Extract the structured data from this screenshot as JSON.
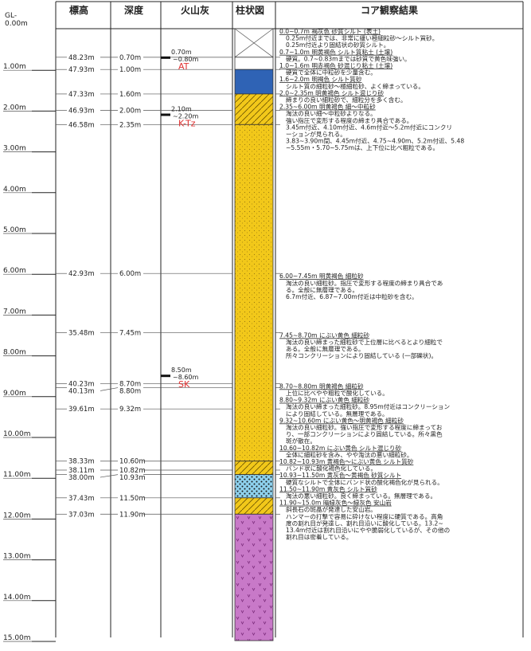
{
  "headers": {
    "gl_top": "GL-",
    "gl_bottom": "0.00m",
    "elevation": "標高",
    "depth": "深度",
    "ash": "火山灰",
    "column": "柱状図",
    "result": "コア観察結果"
  },
  "gl_ticks": [
    "0.00m",
    "1.00m",
    "2.00m",
    "3.00m",
    "4.00m",
    "5.00m",
    "6.00m",
    "7.00m",
    "8.00m",
    "9.00m",
    "10.00m",
    "11.00m",
    "12.00m",
    "13.00m",
    "14.00m",
    "15.00m"
  ],
  "boundaries": [
    {
      "depth_m": 0.7,
      "elevation": "48.23m",
      "depth": "0.70m"
    },
    {
      "depth_m": 1.0,
      "elevation": "47.93m",
      "depth": "1.00m"
    },
    {
      "depth_m": 1.6,
      "elevation": "47.33m",
      "depth": "1.60m"
    },
    {
      "depth_m": 2.0,
      "elevation": "46.93m",
      "depth": "2.00m"
    },
    {
      "depth_m": 2.35,
      "elevation": "46.58m",
      "depth": "2.35m"
    },
    {
      "depth_m": 6.0,
      "elevation": "42.93m",
      "depth": "6.00m"
    },
    {
      "depth_m": 7.45,
      "elevation": "35.48m",
      "depth": "7.45m"
    },
    {
      "depth_m": 8.7,
      "elevation": "40.23m",
      "depth": "8.70m"
    },
    {
      "depth_m": 8.8,
      "elevation": "40.13m",
      "depth": "8.80m"
    },
    {
      "depth_m": 9.32,
      "elevation": "39.61m",
      "depth": "9.32m"
    },
    {
      "depth_m": 10.6,
      "elevation": "38.33m",
      "depth": "10.60m"
    },
    {
      "depth_m": 10.82,
      "elevation": "38.11m",
      "depth": "10.82m"
    },
    {
      "depth_m": 10.93,
      "elevation": "38.00m",
      "depth": "10.93m"
    },
    {
      "depth_m": 11.5,
      "elevation": "37.43m",
      "depth": "11.50m"
    },
    {
      "depth_m": 11.9,
      "elevation": "37.03m",
      "depth": "11.90m"
    }
  ],
  "ash_layers": [
    {
      "top_m": 0.7,
      "bottom_m": 0.8,
      "top_label": "0.70m",
      "bottom_label": "~0.80m",
      "name": "AT"
    },
    {
      "top_m": 2.1,
      "bottom_m": 2.2,
      "top_label": "2.10m",
      "bottom_label": "~2.20m",
      "name": "K-Tz"
    },
    {
      "top_m": 8.5,
      "bottom_m": 8.6,
      "top_label": "8.50m",
      "bottom_label": "~8.60m",
      "name": "SK"
    }
  ],
  "column_layers": [
    {
      "top_m": 0.0,
      "bottom_m": 0.7,
      "pattern": "fill-soil",
      "color": "#ffffff"
    },
    {
      "top_m": 0.7,
      "bottom_m": 1.0,
      "pattern": "ash-white",
      "color": "#ffffff"
    },
    {
      "top_m": 1.0,
      "bottom_m": 1.6,
      "pattern": "clay",
      "color": "#2f63b5"
    },
    {
      "top_m": 1.6,
      "bottom_m": 2.35,
      "pattern": "silt-hatch",
      "color": "#f2c81a"
    },
    {
      "top_m": 2.35,
      "bottom_m": 10.6,
      "pattern": "sand-dots",
      "color": "#f2c81a"
    },
    {
      "top_m": 10.6,
      "bottom_m": 10.93,
      "pattern": "silt-hatch",
      "color": "#f2c81a"
    },
    {
      "top_m": 10.93,
      "bottom_m": 11.5,
      "pattern": "sand-silt",
      "color": "#8ed1ee"
    },
    {
      "top_m": 11.5,
      "bottom_m": 11.9,
      "pattern": "silt-hatch",
      "color": "#f2c81a"
    },
    {
      "top_m": 11.9,
      "bottom_m": 15.0,
      "pattern": "andesite",
      "color": "#c879c8"
    }
  ],
  "descriptions": [
    {
      "top_m": 0.0,
      "lines": [
        {
          "t": "0.0~0.7m  褐灰色  砂質シルト (表土)",
          "h": true
        },
        {
          "t": "0.25m付近までは、非常に緩い極細粒砂～シルト質砂。"
        },
        {
          "t": "0.25m付近より固結状の砂質シルト。"
        },
        {
          "t": "0.7~1.0m  明黄褐色  シルト質粘土 (土壌)",
          "h": true
        },
        {
          "t": "硬質。0.7~0.83mまでは砂質で黄色味強い。"
        },
        {
          "t": "1.0~1.6m  明赤褐色  砂混じり粘土 (土壌)",
          "h": true
        },
        {
          "t": "硬質で全体に中粒砂を少量含む。"
        },
        {
          "t": "1.6~2.0m  明褐色  シルト質砂",
          "h": true
        },
        {
          "t": "シルト質の細粒砂～極細粒砂、よく締まっている。"
        },
        {
          "t": "2.0~2.35m  明黄褐色  シルト混じり砂",
          "h": true
        },
        {
          "t": "締まりの良い細粒砂で、細粒分を多く含む。"
        },
        {
          "t": "2.35~6.00m  明黄褐色  細～中粒砂",
          "h": true
        },
        {
          "t": "淘汰の良い細～中粒砂よりなる。"
        },
        {
          "t": "強い指圧で変形する程度の締まり具合である。"
        },
        {
          "t": "3.45m付近、4.10m付近、4.6m付近～5.2m付近にコンクリ"
        },
        {
          "t": "ーションが見られる。"
        },
        {
          "t": "3.83~3.90m間、4.45m付近、4.75~4.90m、5.2m付近、5.48"
        },
        {
          "t": "~5.55m・5.70~5.75mは、上下位に比べ粗粒である。"
        }
      ]
    },
    {
      "top_m": 6.0,
      "lines": [
        {
          "t": "6.00~7.45m  明黄褐色  細粒砂",
          "h": true
        },
        {
          "t": "淘汰の良い細粒砂。指圧で変形する程度の締まり具合であ"
        },
        {
          "t": "る。全般に無層理である。"
        },
        {
          "t": "6.7m付近、6.87~7.00m付近は中粒砂を含む。"
        }
      ]
    },
    {
      "top_m": 7.45,
      "lines": [
        {
          "t": "7.45~8.70m  にぶい黄色  細粒砂",
          "h": true
        },
        {
          "t": "淘汰の良い締まった細粒砂で上位層に比べるとより細粒で"
        },
        {
          "t": "ある。全般に無層理である。"
        },
        {
          "t": "所々コンクリーションにより固結している (一部礫状)。"
        }
      ]
    },
    {
      "top_m": 8.7,
      "lines": [
        {
          "t": "8.70~8.80m  明黄褐色  細粒砂",
          "h": true
        },
        {
          "t": "上位に比べやや粗粒で酸化している。"
        },
        {
          "t": "8.80~9.32m  にぶい黄色  細粒砂",
          "h": true
        },
        {
          "t": "淘汰の良い締まった細粒砂。8.95m付近はコンクリーション"
        },
        {
          "t": "により固結している。無層理である。"
        },
        {
          "t": "9.32~10.60m  にぶい黄色～明黄褐色  細粒砂",
          "h": true
        },
        {
          "t": "淘汰の良い細粒砂。強い指圧で変形する程度に締まってお"
        },
        {
          "t": "り、一部コンクリーションにより固結している。所々黒色"
        },
        {
          "t": "斑が散在。"
        },
        {
          "t": "10.60~10.82m  にぶい黄色  シルト混じり砂",
          "h": true
        },
        {
          "t": "全体に細粒砂を含み、やや淘汰の悪い細粒砂。"
        },
        {
          "t": "10.82~10.93m  黄褐色～にぶい黄色  シルト質砂",
          "h": true
        },
        {
          "t": "バンド状に酸化褐色化している。"
        },
        {
          "t": "10.93~11.50m  黄灰色～黄褐色  砂質シルト",
          "h": true
        },
        {
          "t": "硬質なシルトで全体にバンド状の酸化褐色化が見られる。"
        },
        {
          "t": "11.50~11.90m  黄灰色  シルト質砂",
          "h": true
        },
        {
          "t": "淘汰の悪い細粒砂。良く締まっている。無層理である。"
        },
        {
          "t": "11.90~15.0m  暗緑灰色～緑灰色  安山岩",
          "h": true
        },
        {
          "t": "斜長石の斑晶が発達した安山岩。"
        },
        {
          "t": "ハンマーの打撃で容易に砕けない程度に硬質である。高角"
        },
        {
          "t": "度の割れ目が発達し、割れ目沿いに酸化している。13.2~"
        },
        {
          "t": "13.4m付近は割れ目沿いにやや脆弱化しているが、その他の"
        },
        {
          "t": "割れ目は密着している。"
        }
      ]
    }
  ]
}
